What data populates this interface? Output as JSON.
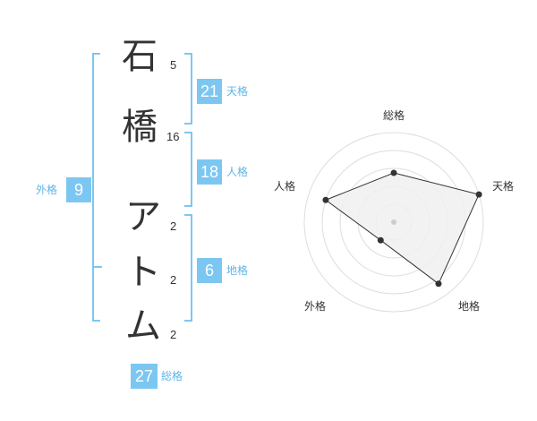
{
  "name": {
    "characters": [
      {
        "char": "石",
        "strokes": "5"
      },
      {
        "char": "橋",
        "strokes": "16"
      },
      {
        "char": "ア",
        "strokes": "2"
      },
      {
        "char": "ト",
        "strokes": "2"
      },
      {
        "char": "ム",
        "strokes": "2"
      }
    ]
  },
  "fortunes": {
    "tenkaku": {
      "value": "21",
      "label": "天格"
    },
    "jinkaku": {
      "value": "18",
      "label": "人格"
    },
    "chikaku": {
      "value": "6",
      "label": "地格"
    },
    "gaikaku": {
      "value": "9",
      "label": "外格"
    },
    "soukaku": {
      "value": "27",
      "label": "総格"
    }
  },
  "colors": {
    "accent": "#7cc7f2",
    "accent_text": "#5cb5ea",
    "bracket": "#7cc7f2",
    "text": "#333333",
    "radar_fill": "#f0f0f0",
    "radar_grid": "#dddddd"
  },
  "radar": {
    "axes": [
      "総格",
      "天格",
      "地格",
      "外格",
      "人格"
    ],
    "scores": [
      0.55,
      1.0,
      0.85,
      0.25,
      0.8
    ],
    "rings": 5
  }
}
